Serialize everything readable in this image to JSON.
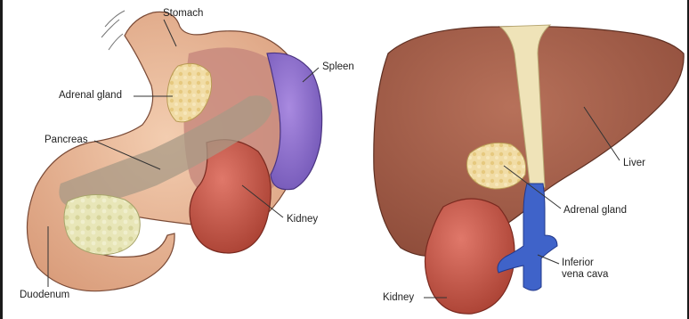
{
  "left_panel": {
    "labels": {
      "stomach": "Stomach",
      "spleen": "Spleen",
      "adrenal_gland": "Adrenal gland",
      "pancreas": "Pancreas",
      "kidney": "Kidney",
      "duodenum": "Duodenum"
    }
  },
  "right_panel": {
    "labels": {
      "liver": "Liver",
      "adrenal_gland": "Adrenal gland",
      "ivc_line1": "Inferior",
      "ivc_line2": "vena cava",
      "kidney": "Kidney"
    }
  },
  "colors": {
    "stomach": "#e9b493",
    "stomach_inner": "#c98b86",
    "spleen": "#8a6bc9",
    "pancreas": "#a89a86",
    "kidney": "#c4533f",
    "liver": "#a8604a",
    "adrenal": "#efd9a0",
    "ivc": "#3f63c9",
    "ligament": "#efe3b8"
  }
}
